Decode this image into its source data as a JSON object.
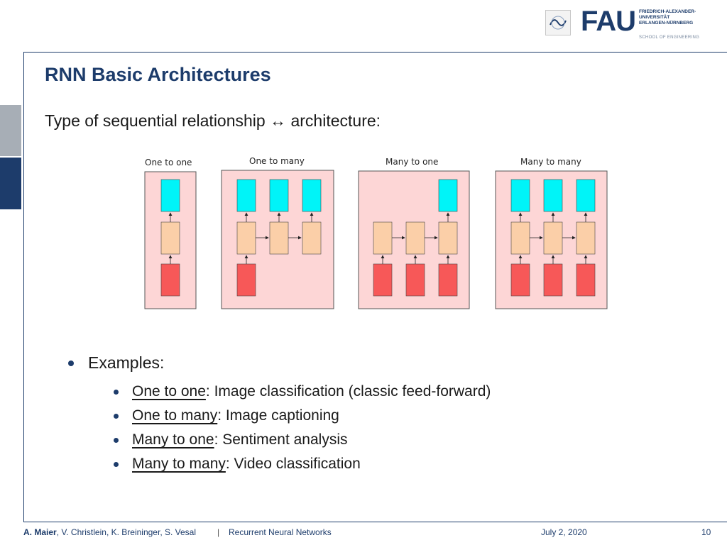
{
  "header": {
    "logo_text": "FAU",
    "university_lines": [
      "FRIEDRICH-ALEXANDER-",
      "UNIVERSITÄT",
      "ERLANGEN-NÜRNBERG"
    ],
    "school": "SCHOOL OF ENGINEERING"
  },
  "slide": {
    "title": "RNN Basic Architectures",
    "subtitle": "Type of sequential relationship ↔ architecture:",
    "diagram_labels": [
      "One to one",
      "One to many",
      "Many to one",
      "Many to many"
    ],
    "examples_label": "Examples:",
    "examples": [
      {
        "term": "One to one",
        "desc": ": Image classification (classic feed-forward)"
      },
      {
        "term": "One to many",
        "desc": ": Image captioning"
      },
      {
        "term": "Many to one",
        "desc": ": Sentiment analysis"
      },
      {
        "term": "Many to many",
        "desc": ": Video classification"
      }
    ]
  },
  "footer": {
    "lead_author": "A. Maier",
    "coauthors": ", V. Christlein, K. Breininger, S. Vesal",
    "separator": "|",
    "course": "Recurrent Neural Networks",
    "date": "July 2, 2020",
    "page": "10"
  },
  "colors": {
    "brand": "#1d3c6b",
    "panel": "#fdd6d6",
    "output": "#00f4f8",
    "hidden": "#fbcfa8",
    "input": "#f75858"
  }
}
